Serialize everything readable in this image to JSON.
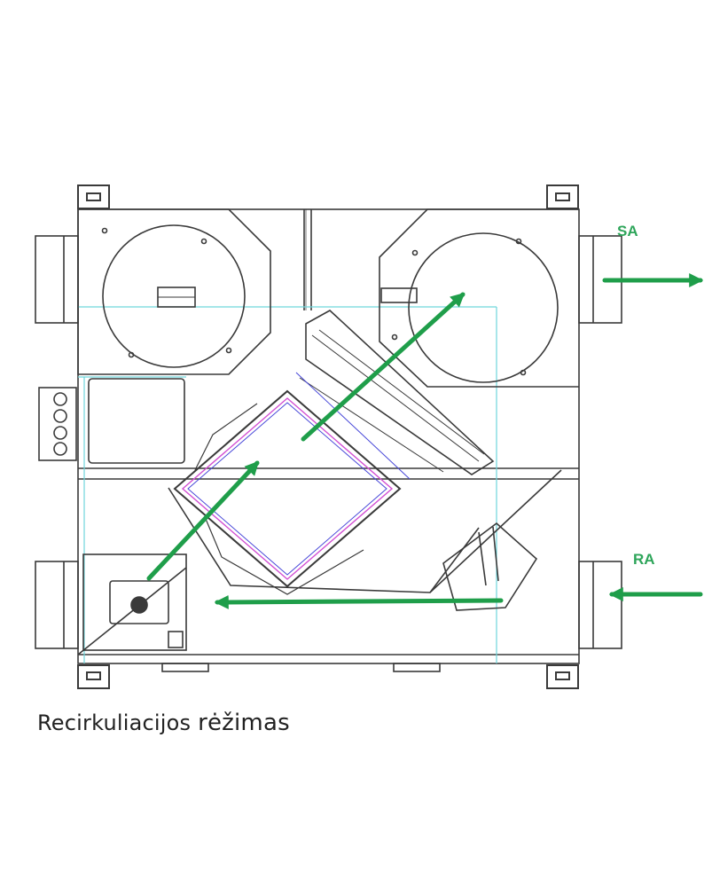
{
  "diagram": {
    "labels": {
      "supply_air": "SA",
      "return_air": "RA"
    },
    "caption": {
      "part1": "Recirkuliacijos",
      "part2": "rėžimas"
    }
  },
  "colors": {
    "arrow": "#1f9e4a",
    "label": "#2ea55a",
    "line": "#3a3a3a",
    "guide": "#6fd6dc",
    "filter_pink": "#d24fd2",
    "filter_blue": "#4747d8"
  }
}
